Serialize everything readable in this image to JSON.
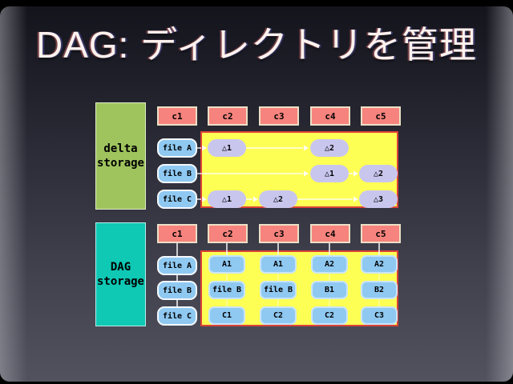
{
  "title": "DAG: ディレクトリを管理",
  "colors": {
    "slide_gradient_top": "#14141d",
    "slide_gradient_bottom": "#52525f",
    "column_header_fill": "#f6837d",
    "column_header_border": "#ece0c6",
    "file_box_fill": "#8fc9f2",
    "version_area_fill": "#feff54",
    "version_area_border": "#dd4238",
    "delta_pill_fill": "#c9c6ee",
    "delta_label_fill": "#9fc45e",
    "dag_label_fill": "#0fc9b5",
    "title_text": "#fff2ee",
    "diagram_text": "#000000"
  },
  "delta_section": {
    "label_line1": "delta",
    "label_line2": "storage",
    "columns": [
      "c1",
      "c2",
      "c3",
      "c4",
      "c5"
    ],
    "files": [
      "file A",
      "file B",
      "file C"
    ],
    "pills": [
      "△1",
      "△2",
      "△1",
      "△2",
      "△1",
      "△2",
      "△3"
    ]
  },
  "dag_section": {
    "label_line1": "DAG",
    "label_line2": "storage",
    "columns": [
      "c1",
      "c2",
      "c3",
      "c4",
      "c5"
    ],
    "files": [
      "file A",
      "file B",
      "file C"
    ],
    "grid": [
      [
        "A1",
        "A1",
        "A2",
        "A2"
      ],
      [
        "file B",
        "file B",
        "B1",
        "B2"
      ],
      [
        "C1",
        "C2",
        "C2",
        "C3"
      ]
    ]
  }
}
